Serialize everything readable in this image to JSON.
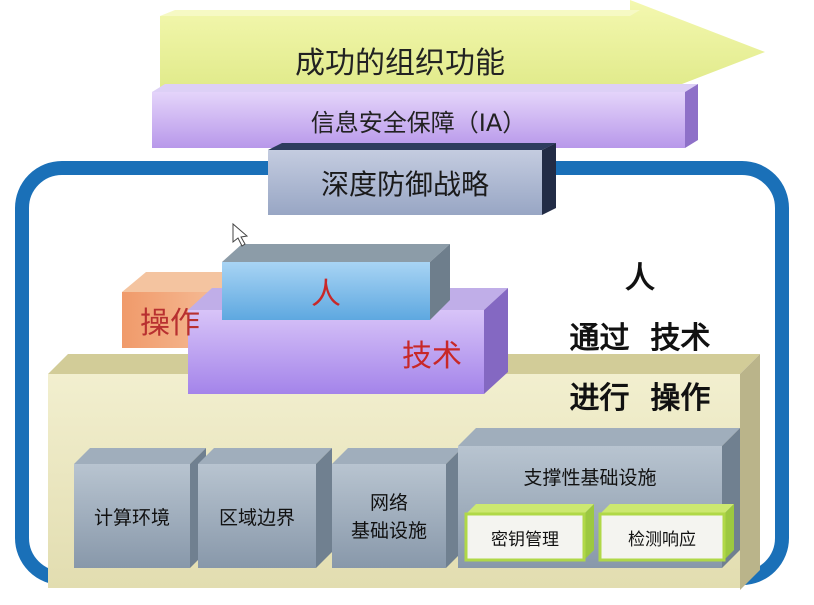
{
  "top_arrow": {
    "label": "成功的组织功能"
  },
  "ia_bar": {
    "label": "信息安全保障（IA）"
  },
  "did_bar": {
    "label": "深度防御战略"
  },
  "blocks": {
    "operation": "操作",
    "people": "人",
    "technology": "技术"
  },
  "slogan": {
    "line1": "人",
    "line2": "通过  技术",
    "line3": "进行  操作"
  },
  "infrastructure": {
    "computing": "计算环境",
    "boundary": "区域边界",
    "network_line1": "网络",
    "network_line2": "基础设施",
    "supporting": "支撑性基础设施",
    "key_mgmt": "密钥管理",
    "detect_respond": "检测响应"
  },
  "colors": {
    "arrow": "#e8f08c",
    "ia_bar": "#c8a8f0",
    "did_bar": "#3c4c70",
    "frame": "#1a70b8",
    "people_block": "#6aaee0",
    "tech_block": "#b898f0",
    "op_block": "#f0a878",
    "base_platform": "#e8e4b8",
    "infra_box": "#98a8b8",
    "sub_box_border": "#b0d848"
  }
}
